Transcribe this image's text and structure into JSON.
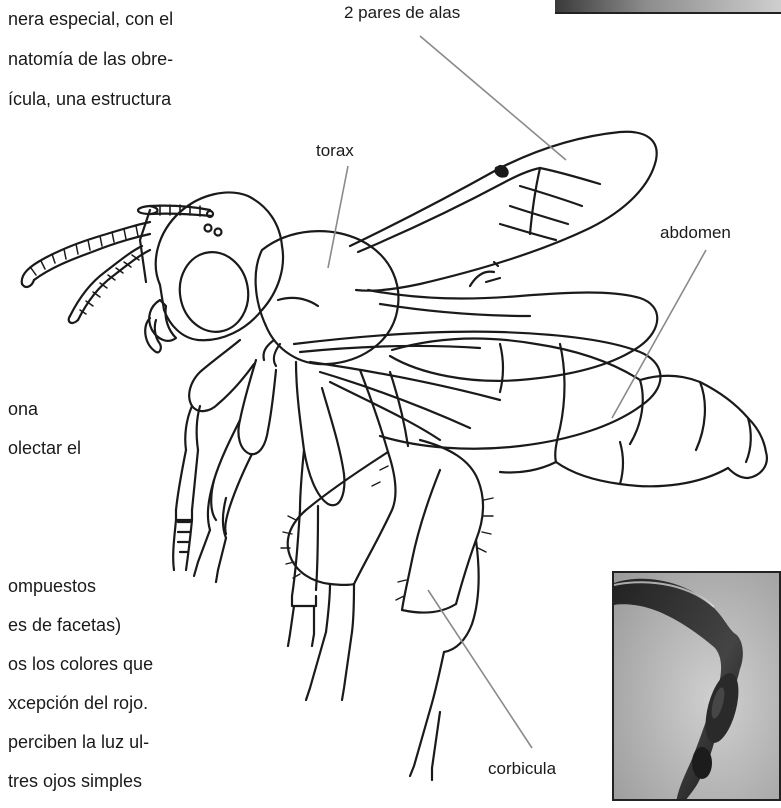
{
  "page_text": {
    "left_top": [
      "nera especial, con el",
      "natomía de las obre-",
      "ícula, una estructura"
    ],
    "left_middle": [
      "ona",
      "olectar el"
    ],
    "left_bottom": [
      "ompuestos",
      "es de facetas)",
      "os los colores que",
      "xcepción del rojo.",
      "perciben la luz ul-",
      "tres ojos simples"
    ]
  },
  "labels": {
    "wings": "2 pares de alas",
    "thorax": "torax",
    "abdomen": "abdomen",
    "corbicula": "corbicula"
  }
}
